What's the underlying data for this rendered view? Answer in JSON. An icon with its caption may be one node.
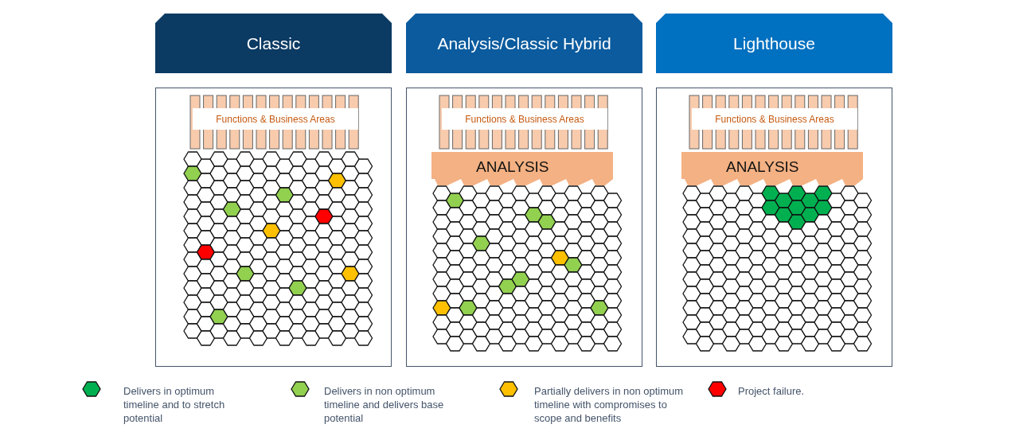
{
  "diagram": {
    "nodes": [
      {
        "text": [
          "Classic"
        ]
      },
      {
        "text": [
          "Analysis/Classic Hybrid"
        ]
      },
      {
        "text": [
          "Lighthouse"
        ]
      },
      {
        "text": [],
        "shape": "box"
      },
      {
        "text": [
          "Functions & Business Areas"
        ],
        "in": 3
      },
      {
        "text": [],
        "shape": "box"
      },
      {
        "text": [
          "Functions & Business Areas"
        ],
        "in": 5
      },
      {
        "text": [
          "ANALYSIS"
        ],
        "in": 5
      },
      {
        "text": [],
        "shape": "box"
      },
      {
        "text": [
          "Functions & Business Areas"
        ],
        "in": 8
      },
      {
        "text": [
          "ANALYSIS"
        ],
        "in": 8
      }
    ],
    "edges": [],
    "legend": [
      {
        "text": "Delivers in optimum timeline and to stretch potential",
        "color": "#00b050"
      },
      {
        "text": "Delivers in non optimum timeline and delivers base potential",
        "color": "#92d050"
      },
      {
        "text": "Partially delivers in non optimum timeline with compromises to scope and benefits",
        "color": "#ffc000"
      },
      {
        "text": "Project failure.",
        "color": "#ff0000"
      }
    ]
  }
}
